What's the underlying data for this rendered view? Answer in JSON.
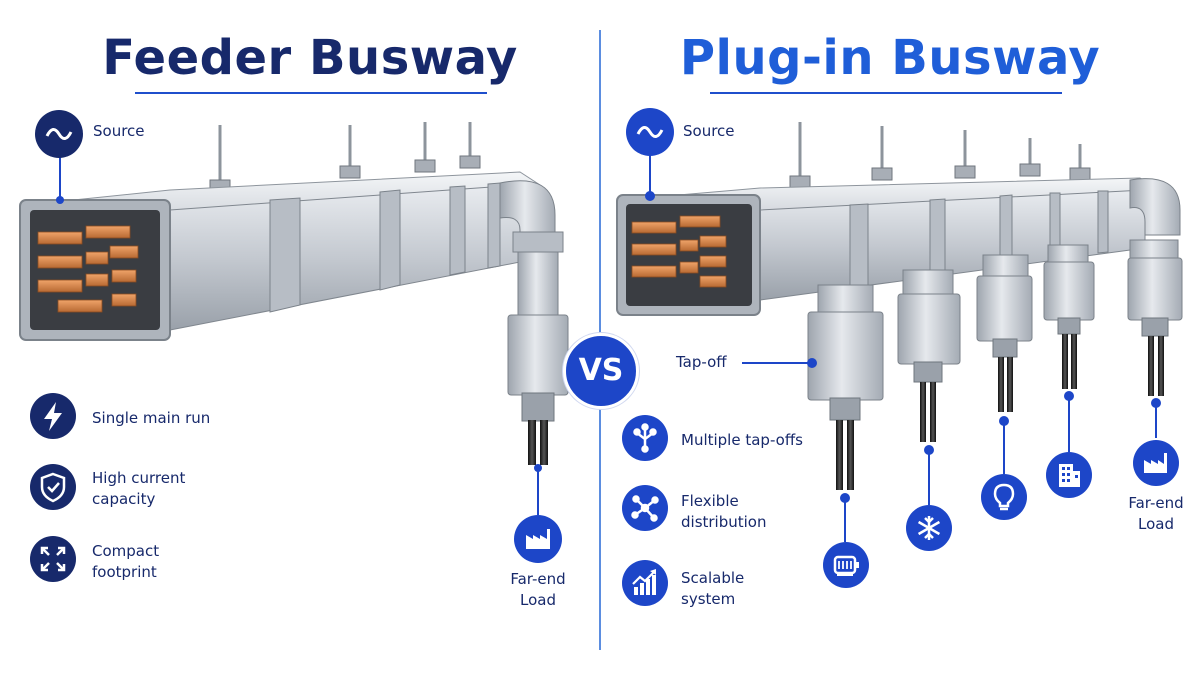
{
  "feeder": {
    "title": "Feeder Busway",
    "source_label": "Source",
    "features": [
      {
        "icon": "lightning-icon",
        "text_1": "Single main run",
        "text_2": ""
      },
      {
        "icon": "shield-check-icon",
        "text_1": "High current",
        "text_2": "capacity"
      },
      {
        "icon": "compact-arrows-icon",
        "text_1": "Compact",
        "text_2": "footprint"
      }
    ],
    "load_label_1": "Far-end",
    "load_label_2": "Load"
  },
  "vs_label": "VS",
  "plugin": {
    "title": "Plug-in Busway",
    "source_label": "Source",
    "tapoff_label": "Tap-off",
    "features": [
      {
        "icon": "branch-icon",
        "text_1": "Multiple tap-offs",
        "text_2": ""
      },
      {
        "icon": "distribution-icon",
        "text_1": "Flexible",
        "text_2": "distribution"
      },
      {
        "icon": "growth-chart-icon",
        "text_1": "Scalable",
        "text_2": "system"
      }
    ],
    "loads": [
      {
        "icon": "motor-icon"
      },
      {
        "icon": "snowflake-icon"
      },
      {
        "icon": "lightbulb-icon"
      },
      {
        "icon": "building-icon"
      },
      {
        "icon": "factory-icon"
      }
    ],
    "load_label_1": "Far-end",
    "load_label_2": "Load"
  },
  "colors": {
    "navy": "#17296b",
    "blue": "#1d46c8",
    "accent": "#1f5ed8",
    "metal": "#c7ccd3",
    "copper": "#d98a4e"
  }
}
